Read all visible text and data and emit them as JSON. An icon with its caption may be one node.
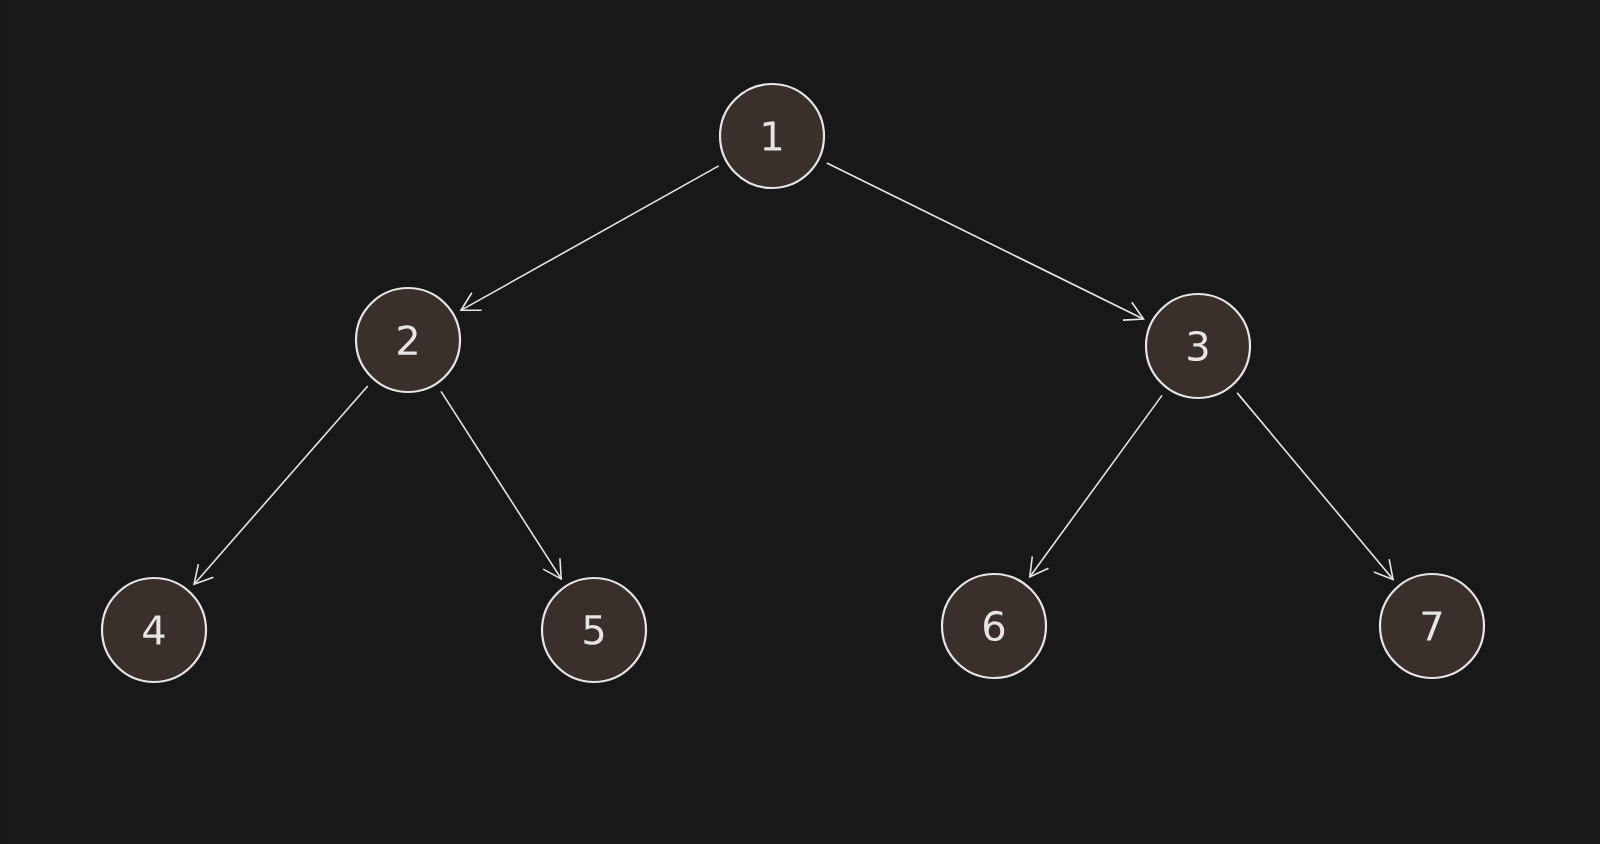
{
  "diagram": {
    "nodes": [
      {
        "text": [
          "1"
        ]
      },
      {
        "text": [
          "2"
        ]
      },
      {
        "text": [
          "3"
        ]
      },
      {
        "text": [
          "4"
        ]
      },
      {
        "text": [
          "5"
        ]
      },
      {
        "text": [
          "6"
        ]
      },
      {
        "text": [
          "7"
        ]
      }
    ],
    "edges": [
      {
        "from": 0,
        "to": 1,
        "arrow": "to"
      },
      {
        "from": 0,
        "to": 2,
        "arrow": "to"
      },
      {
        "from": 1,
        "to": 3,
        "arrow": "to"
      },
      {
        "from": 1,
        "to": 4,
        "arrow": "to"
      },
      {
        "from": 2,
        "to": 5,
        "arrow": "to"
      },
      {
        "from": 2,
        "to": 6,
        "arrow": "to"
      }
    ]
  }
}
